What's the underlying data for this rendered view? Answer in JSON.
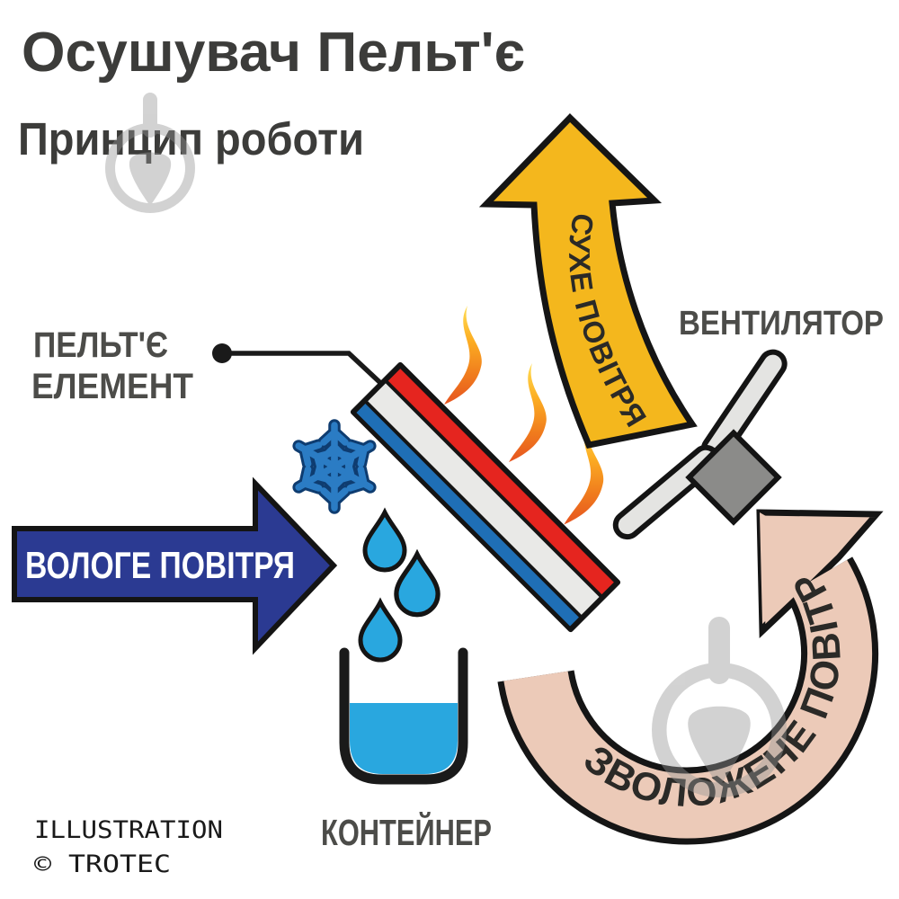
{
  "header": {
    "title": "Осушувач Пельт'є",
    "subtitle": "Принцип роботи"
  },
  "labels": {
    "peltier_line1": "ПЕЛЬТ'Є",
    "peltier_line2": "ЕЛЕМЕНТ",
    "fan": "ВЕНТИЛЯТОР",
    "container": "КОНТЕЙНЕР"
  },
  "arrows": {
    "humid_in": "ВОЛОГЕ ПОВІТРЯ",
    "dry_out": "СУХЕ ПОВІТРЯ",
    "humidified": "ЗВОЛОЖЕНЕ ПОВІТРЯ"
  },
  "credit": {
    "line1": "ILLUSTRATION",
    "line2": "© TROTEC"
  },
  "icons": [
    "snowflake-icon",
    "water-drop-icon",
    "heat-wave-icon",
    "fan-icon",
    "container-icon",
    "watermark-logo"
  ],
  "colors": {
    "title_text": "#3c3c3a",
    "label_text": "#4c4c49",
    "navy_arrow": "#2b3a92",
    "yellow_arrow": "#f4b71d",
    "pink_arrow": "#eccab8",
    "hot_red": "#e5251f",
    "cold_blue": "#1f6fb6",
    "water_blue": "#29a7df",
    "snowflake_blue": "#2b7cc4",
    "fan_gray": "#8b8b89",
    "flame_top": "#ffdd55",
    "flame_bottom": "#e65420",
    "outline_black": "#141414"
  }
}
